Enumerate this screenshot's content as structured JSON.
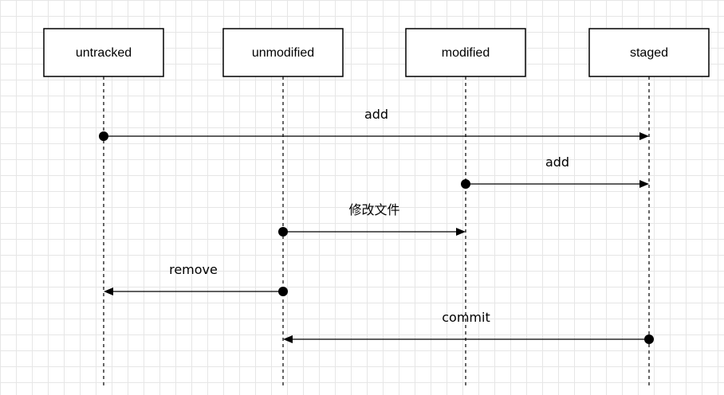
{
  "diagram": {
    "participants": [
      {
        "id": "untracked",
        "label": "untracked"
      },
      {
        "id": "unmodified",
        "label": "unmodified"
      },
      {
        "id": "modified",
        "label": "modified"
      },
      {
        "id": "staged",
        "label": "staged"
      }
    ],
    "messages": [
      {
        "from": "untracked",
        "to": "staged",
        "label": "add"
      },
      {
        "from": "modified",
        "to": "staged",
        "label": "add"
      },
      {
        "from": "unmodified",
        "to": "modified",
        "label": "修改文件"
      },
      {
        "from": "unmodified",
        "to": "untracked",
        "label": "remove"
      },
      {
        "from": "staged",
        "to": "unmodified",
        "label": "commit"
      }
    ]
  }
}
